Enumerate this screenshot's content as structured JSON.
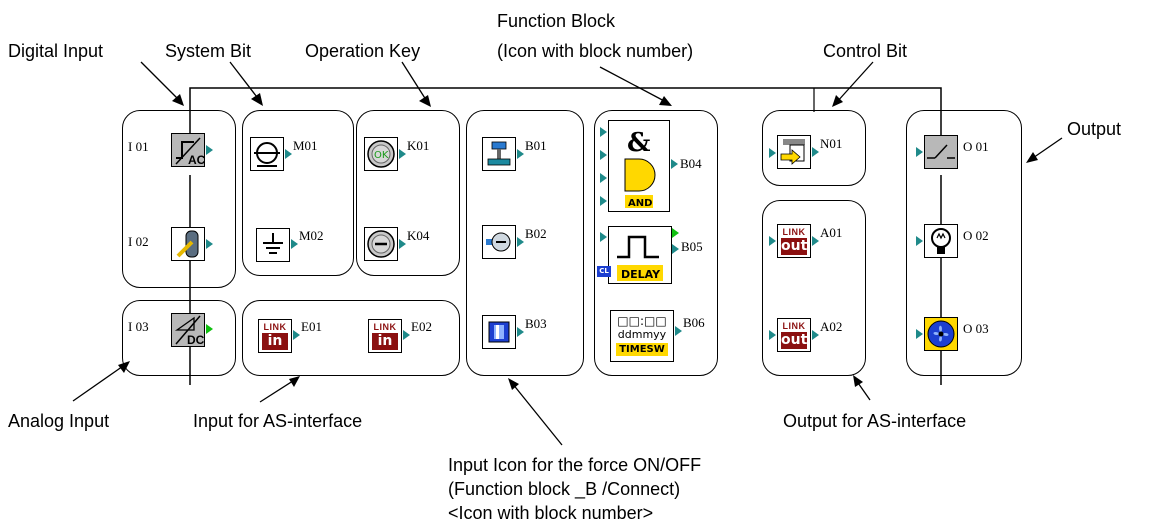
{
  "callouts": {
    "digital_input": "Digital Input",
    "system_bit": "System Bit",
    "operation_key": "Operation Key",
    "function_block_line1": "Function Block",
    "function_block_line2": "(Icon with block number)",
    "control_bit": "Control Bit",
    "output": "Output",
    "analog_input": "Analog Input",
    "input_as": "Input for AS-interface",
    "output_as": "Output for AS-interface",
    "force_line1": "Input Icon for the force ON/OFF",
    "force_line2": "(Function block _B /Connect)",
    "force_line3": "<Icon with block number>"
  },
  "inputs": {
    "i01": "I 01",
    "i02": "I 02",
    "i03": "I 03"
  },
  "system_bits": {
    "m01": "M01",
    "m02": "M02"
  },
  "keys": {
    "k01": "K01",
    "k04": "K04",
    "ok_glyph": "OK"
  },
  "as_inputs": {
    "e01": "E01",
    "e02": "E02",
    "link": "LINK",
    "in": "in"
  },
  "force_blocks": {
    "b01": "B01",
    "b02": "B02",
    "b03": "B03"
  },
  "function_blocks": {
    "b04": "B04",
    "and_glyph": "&",
    "and_label": "AND",
    "b05": "B05",
    "delay_label": "DELAY",
    "cl_label": "CL",
    "b06": "B06",
    "timesw_top": "□□:□□",
    "timesw_mid": "ddmmyy",
    "timesw_label": "TIMESW"
  },
  "control_bits": {
    "n01": "N01"
  },
  "as_outputs": {
    "a01": "A01",
    "a02": "A02",
    "link": "LINK",
    "out": "out"
  },
  "outputs": {
    "o01": "O 01",
    "o02": "O 02",
    "o03": "O 03"
  },
  "icons": {
    "i01": "ac-input-icon",
    "i02": "switch-input-icon",
    "i03": "dc-analog-input-icon",
    "m01": "system-bit-icon",
    "m02": "ground-bit-icon",
    "k01": "ok-key-icon",
    "k04": "minus-key-icon",
    "b01": "push-button-icon",
    "b02": "selector-icon",
    "b03": "panel-icon",
    "n01": "control-bit-icon",
    "o01": "relay-contact-icon",
    "o02": "lamp-icon",
    "o03": "fan-icon"
  },
  "colors": {
    "pin": "#1f8a8a",
    "pin_active": "#10c010",
    "link_red": "#8b1010",
    "yellow": "#ffd800",
    "blue": "#1c3fd0"
  }
}
